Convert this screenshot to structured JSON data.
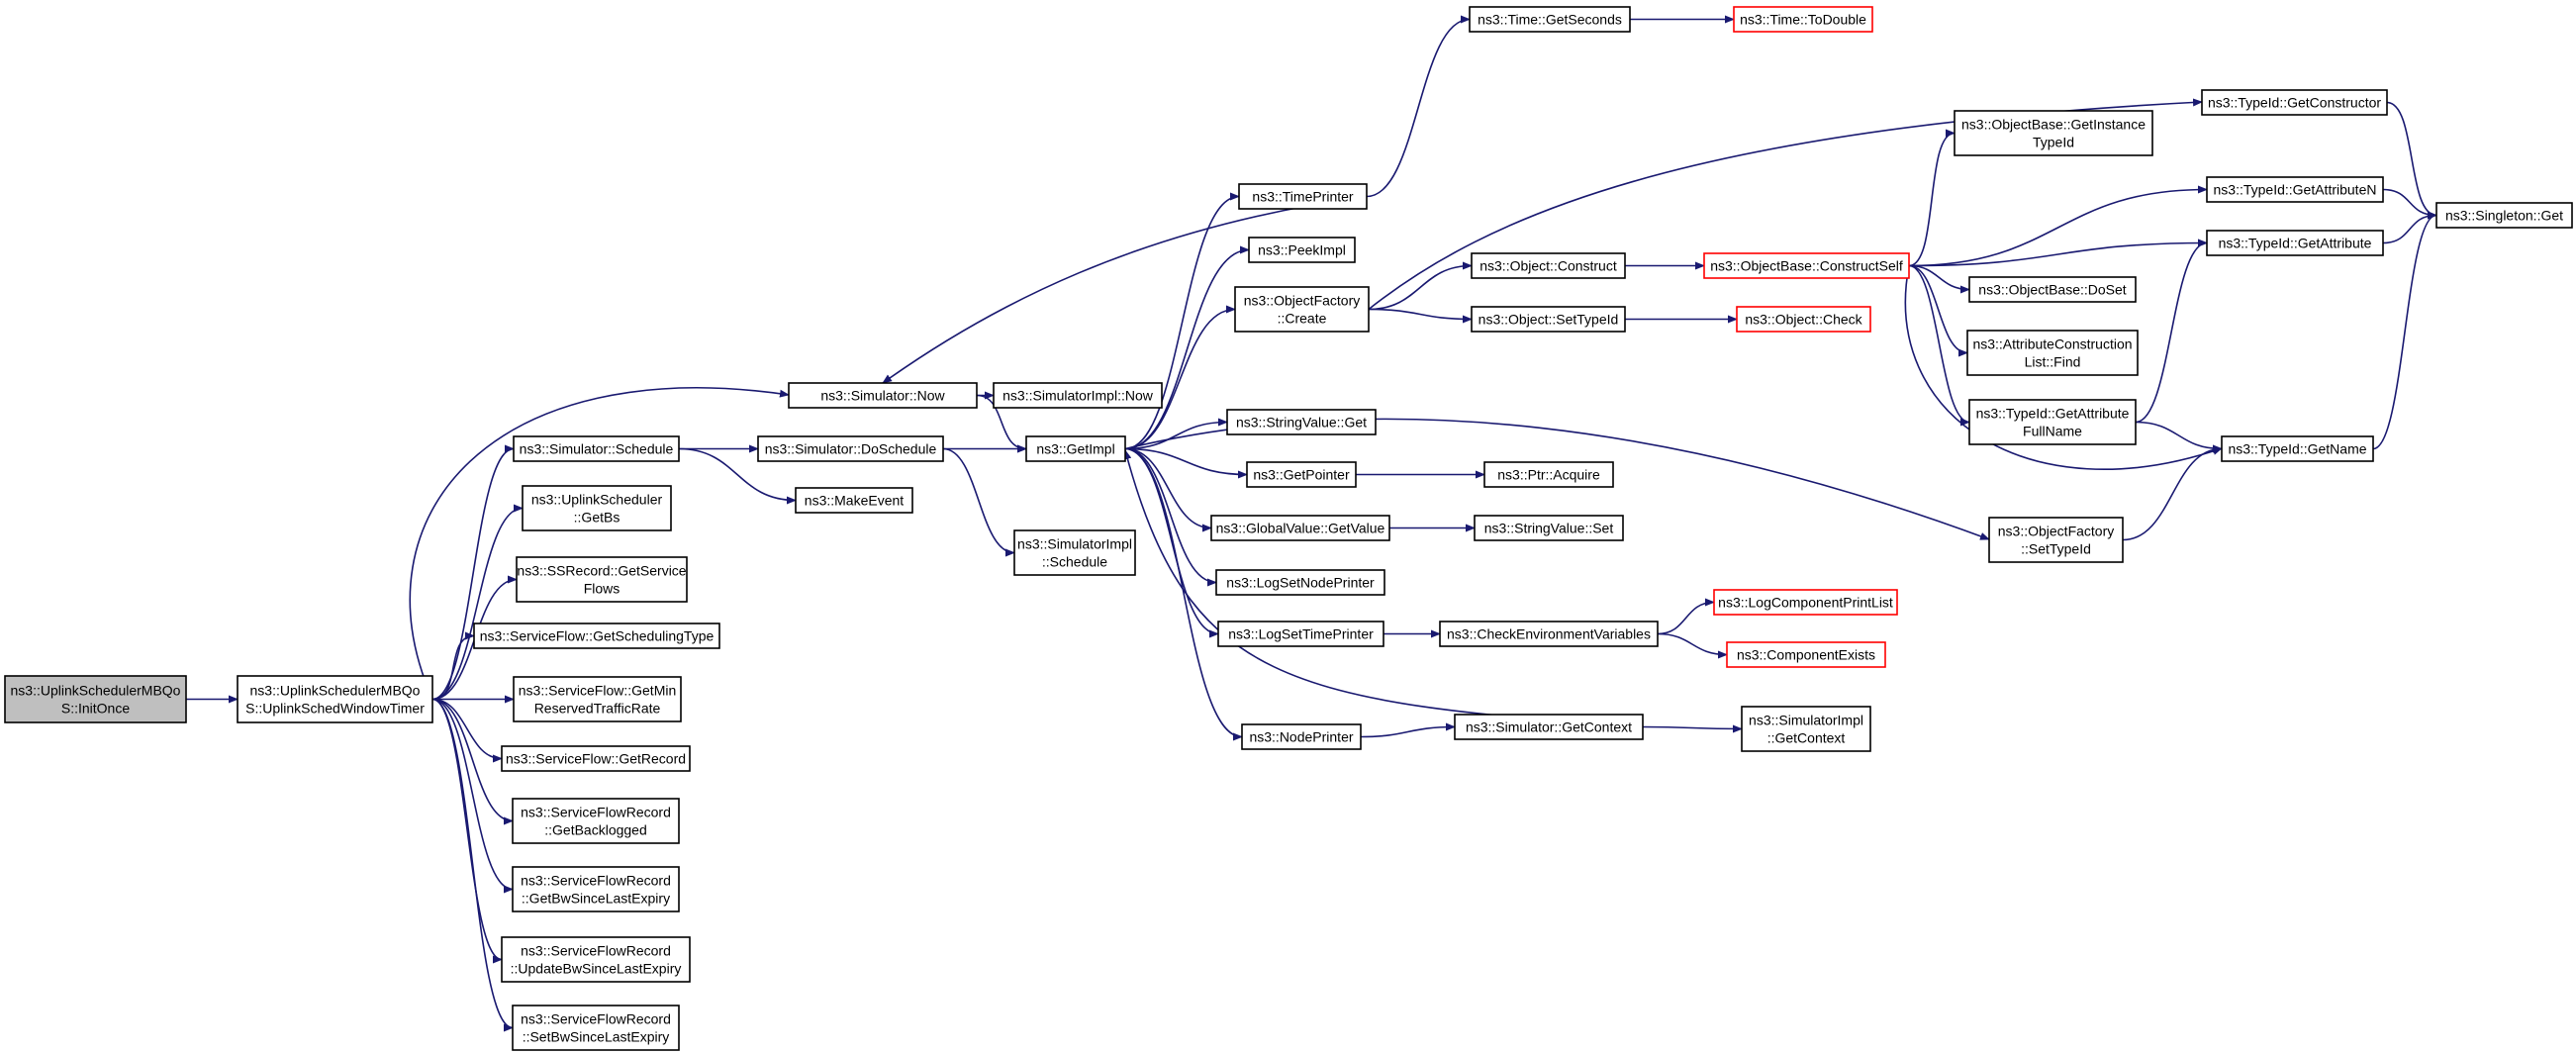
{
  "diagram": {
    "type": "call-graph",
    "direction": "left-to-right",
    "colors": {
      "edge": "#191970",
      "border": "#000000",
      "truncated_border": "#ff0000",
      "root_fill": "#bfbfbf",
      "node_fill": "#ffffff"
    },
    "nodes": [
      {
        "id": "initonce",
        "lines": [
          "ns3::UplinkSchedulerMBQo",
          "S::InitOnce"
        ],
        "style": "root"
      },
      {
        "id": "windowtimer",
        "lines": [
          "ns3::UplinkSchedulerMBQo",
          "S::UplinkSchedWindowTimer"
        ],
        "style": "normal"
      },
      {
        "id": "sim_now",
        "lines": [
          "ns3::Simulator::Now"
        ],
        "style": "normal"
      },
      {
        "id": "sim_schedule",
        "lines": [
          "ns3::Simulator::Schedule"
        ],
        "style": "normal"
      },
      {
        "id": "getbs",
        "lines": [
          "ns3::UplinkScheduler",
          "::GetBs"
        ],
        "style": "normal"
      },
      {
        "id": "ssrecord_flows",
        "lines": [
          "ns3::SSRecord::GetService",
          "Flows"
        ],
        "style": "normal"
      },
      {
        "id": "sf_schedtype",
        "lines": [
          "ns3::ServiceFlow::GetSchedulingType"
        ],
        "style": "normal"
      },
      {
        "id": "sf_minrate",
        "lines": [
          "ns3::ServiceFlow::GetMin",
          "ReservedTrafficRate"
        ],
        "style": "normal"
      },
      {
        "id": "sf_getrecord",
        "lines": [
          "ns3::ServiceFlow::GetRecord"
        ],
        "style": "normal"
      },
      {
        "id": "sfr_backlogged",
        "lines": [
          "ns3::ServiceFlowRecord",
          "::GetBacklogged"
        ],
        "style": "normal"
      },
      {
        "id": "sfr_getbwsince",
        "lines": [
          "ns3::ServiceFlowRecord",
          "::GetBwSinceLastExpiry"
        ],
        "style": "normal"
      },
      {
        "id": "sfr_updatebw",
        "lines": [
          "ns3::ServiceFlowRecord",
          "::UpdateBwSinceLastExpiry"
        ],
        "style": "normal"
      },
      {
        "id": "sfr_setbw",
        "lines": [
          "ns3::ServiceFlowRecord",
          "::SetBwSinceLastExpiry"
        ],
        "style": "normal"
      },
      {
        "id": "simimpl_now",
        "lines": [
          "ns3::SimulatorImpl::Now"
        ],
        "style": "normal"
      },
      {
        "id": "doschedule",
        "lines": [
          "ns3::Simulator::DoSchedule"
        ],
        "style": "normal"
      },
      {
        "id": "makeevent",
        "lines": [
          "ns3::MakeEvent"
        ],
        "style": "normal"
      },
      {
        "id": "getimpl",
        "lines": [
          "ns3::GetImpl"
        ],
        "style": "normal"
      },
      {
        "id": "simimpl_schedule",
        "lines": [
          "ns3::SimulatorImpl",
          "::Schedule"
        ],
        "style": "normal"
      },
      {
        "id": "timeprinter",
        "lines": [
          "ns3::TimePrinter"
        ],
        "style": "normal"
      },
      {
        "id": "peekimpl",
        "lines": [
          "ns3::PeekImpl"
        ],
        "style": "normal"
      },
      {
        "id": "objfactory_create",
        "lines": [
          "ns3::ObjectFactory",
          "::Create"
        ],
        "style": "normal"
      },
      {
        "id": "stringvalue_get",
        "lines": [
          "ns3::StringValue::Get"
        ],
        "style": "normal"
      },
      {
        "id": "getpointer",
        "lines": [
          "ns3::GetPointer"
        ],
        "style": "normal"
      },
      {
        "id": "globalvalue_get",
        "lines": [
          "ns3::GlobalValue::GetValue"
        ],
        "style": "normal"
      },
      {
        "id": "logsetnodeprinter",
        "lines": [
          "ns3::LogSetNodePrinter"
        ],
        "style": "normal"
      },
      {
        "id": "logsettimeprinter",
        "lines": [
          "ns3::LogSetTimePrinter"
        ],
        "style": "normal"
      },
      {
        "id": "nodeprinter",
        "lines": [
          "ns3::NodePrinter"
        ],
        "style": "normal"
      },
      {
        "id": "time_getseconds",
        "lines": [
          "ns3::Time::GetSeconds"
        ],
        "style": "normal"
      },
      {
        "id": "time_todouble",
        "lines": [
          "ns3::Time::ToDouble"
        ],
        "style": "truncated"
      },
      {
        "id": "object_construct",
        "lines": [
          "ns3::Object::Construct"
        ],
        "style": "normal"
      },
      {
        "id": "object_settypeid",
        "lines": [
          "ns3::Object::SetTypeId"
        ],
        "style": "normal"
      },
      {
        "id": "ptr_acquire",
        "lines": [
          "ns3::Ptr::Acquire"
        ],
        "style": "normal"
      },
      {
        "id": "stringvalue_set",
        "lines": [
          "ns3::StringValue::Set"
        ],
        "style": "normal"
      },
      {
        "id": "checkenv",
        "lines": [
          "ns3::CheckEnvironmentVariables"
        ],
        "style": "normal"
      },
      {
        "id": "sim_getcontext",
        "lines": [
          "ns3::Simulator::GetContext"
        ],
        "style": "normal"
      },
      {
        "id": "objectbase_constructself",
        "lines": [
          "ns3::ObjectBase::ConstructSelf"
        ],
        "style": "truncated"
      },
      {
        "id": "object_check",
        "lines": [
          "ns3::Object::Check"
        ],
        "style": "truncated"
      },
      {
        "id": "logcomponentprintlist",
        "lines": [
          "ns3::LogComponentPrintList"
        ],
        "style": "truncated"
      },
      {
        "id": "componentexists",
        "lines": [
          "ns3::ComponentExists"
        ],
        "style": "truncated"
      },
      {
        "id": "simimpl_getcontext",
        "lines": [
          "ns3::SimulatorImpl",
          "::GetContext"
        ],
        "style": "normal"
      },
      {
        "id": "objectbase_getinstancetypeid",
        "lines": [
          "ns3::ObjectBase::GetInstance",
          "TypeId"
        ],
        "style": "normal"
      },
      {
        "id": "objectbase_doset",
        "lines": [
          "ns3::ObjectBase::DoSet"
        ],
        "style": "normal"
      },
      {
        "id": "attrconstructionlist_find",
        "lines": [
          "ns3::AttributeConstruction",
          "List::Find"
        ],
        "style": "normal"
      },
      {
        "id": "typeid_getattributefullname",
        "lines": [
          "ns3::TypeId::GetAttribute",
          "FullName"
        ],
        "style": "normal"
      },
      {
        "id": "objfactory_settypeid",
        "lines": [
          "ns3::ObjectFactory",
          "::SetTypeId"
        ],
        "style": "normal"
      },
      {
        "id": "typeid_getconstructor",
        "lines": [
          "ns3::TypeId::GetConstructor"
        ],
        "style": "normal"
      },
      {
        "id": "typeid_getattributen",
        "lines": [
          "ns3::TypeId::GetAttributeN"
        ],
        "style": "normal"
      },
      {
        "id": "typeid_getattribute",
        "lines": [
          "ns3::TypeId::GetAttribute"
        ],
        "style": "normal"
      },
      {
        "id": "typeid_getname",
        "lines": [
          "ns3::TypeId::GetName"
        ],
        "style": "normal"
      },
      {
        "id": "singleton_get",
        "lines": [
          "ns3::Singleton::Get"
        ],
        "style": "normal"
      }
    ],
    "edges": [
      [
        "initonce",
        "windowtimer"
      ],
      [
        "windowtimer",
        "sim_now"
      ],
      [
        "windowtimer",
        "sim_schedule"
      ],
      [
        "windowtimer",
        "getbs"
      ],
      [
        "windowtimer",
        "ssrecord_flows"
      ],
      [
        "windowtimer",
        "sf_schedtype"
      ],
      [
        "windowtimer",
        "sf_minrate"
      ],
      [
        "windowtimer",
        "sf_getrecord"
      ],
      [
        "windowtimer",
        "sfr_backlogged"
      ],
      [
        "windowtimer",
        "sfr_getbwsince"
      ],
      [
        "windowtimer",
        "sfr_updatebw"
      ],
      [
        "windowtimer",
        "sfr_setbw"
      ],
      [
        "sim_now",
        "simimpl_now"
      ],
      [
        "sim_now",
        "getimpl"
      ],
      [
        "sim_schedule",
        "doschedule"
      ],
      [
        "sim_schedule",
        "makeevent"
      ],
      [
        "doschedule",
        "getimpl"
      ],
      [
        "doschedule",
        "simimpl_schedule"
      ],
      [
        "getimpl",
        "timeprinter"
      ],
      [
        "getimpl",
        "peekimpl"
      ],
      [
        "getimpl",
        "objfactory_create"
      ],
      [
        "getimpl",
        "stringvalue_get"
      ],
      [
        "getimpl",
        "getpointer"
      ],
      [
        "getimpl",
        "globalvalue_get"
      ],
      [
        "getimpl",
        "logsetnodeprinter"
      ],
      [
        "getimpl",
        "logsettimeprinter"
      ],
      [
        "getimpl",
        "nodeprinter"
      ],
      [
        "getimpl",
        "objfactory_settypeid"
      ],
      [
        "timeprinter",
        "time_getseconds"
      ],
      [
        "timeprinter",
        "sim_now"
      ],
      [
        "time_getseconds",
        "time_todouble"
      ],
      [
        "objfactory_create",
        "object_construct"
      ],
      [
        "objfactory_create",
        "object_settypeid"
      ],
      [
        "objfactory_create",
        "typeid_getconstructor"
      ],
      [
        "object_construct",
        "objectbase_constructself"
      ],
      [
        "object_settypeid",
        "object_check"
      ],
      [
        "getpointer",
        "ptr_acquire"
      ],
      [
        "globalvalue_get",
        "stringvalue_set"
      ],
      [
        "logsettimeprinter",
        "checkenv"
      ],
      [
        "checkenv",
        "logcomponentprintlist"
      ],
      [
        "checkenv",
        "componentexists"
      ],
      [
        "nodeprinter",
        "sim_getcontext"
      ],
      [
        "sim_getcontext",
        "getimpl"
      ],
      [
        "sim_getcontext",
        "simimpl_getcontext"
      ],
      [
        "objectbase_constructself",
        "objectbase_getinstancetypeid"
      ],
      [
        "objectbase_constructself",
        "typeid_getattributen"
      ],
      [
        "objectbase_constructself",
        "typeid_getattribute"
      ],
      [
        "objectbase_constructself",
        "objectbase_doset"
      ],
      [
        "objectbase_constructself",
        "attrconstructionlist_find"
      ],
      [
        "objectbase_constructself",
        "typeid_getattributefullname"
      ],
      [
        "objectbase_constructself",
        "typeid_getname"
      ],
      [
        "typeid_getattributefullname",
        "typeid_getname"
      ],
      [
        "typeid_getattributefullname",
        "typeid_getattribute"
      ],
      [
        "objfactory_settypeid",
        "typeid_getname"
      ],
      [
        "typeid_getconstructor",
        "singleton_get"
      ],
      [
        "typeid_getattributen",
        "singleton_get"
      ],
      [
        "typeid_getattribute",
        "singleton_get"
      ],
      [
        "typeid_getname",
        "singleton_get"
      ]
    ]
  }
}
